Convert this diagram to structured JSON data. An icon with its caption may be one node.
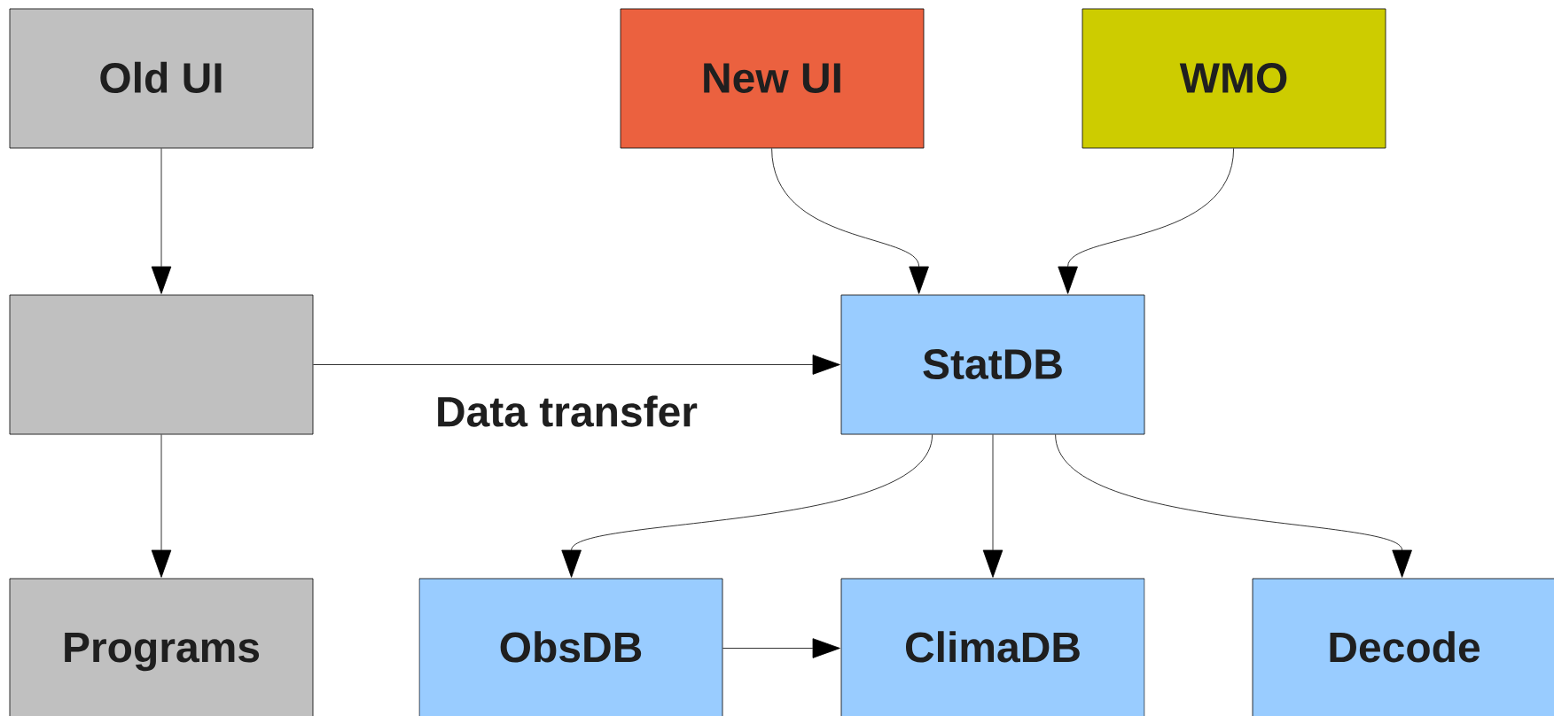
{
  "diagram": {
    "nodes": [
      {
        "text": [
          "Old UI"
        ]
      },
      {
        "text": [
          "New UI"
        ]
      },
      {
        "text": [
          "WMO"
        ]
      },
      {
        "text": [],
        "shape": "box"
      },
      {
        "text": [
          "StatDB"
        ]
      },
      {
        "text": [
          "Programs"
        ]
      },
      {
        "text": [
          "ObsDB"
        ]
      },
      {
        "text": [
          "ClimaDB"
        ]
      },
      {
        "text": [
          "Decode"
        ]
      }
    ],
    "edges": [
      {
        "from": 0,
        "to": 3,
        "arrow": "to"
      },
      {
        "from": 1,
        "to": 4,
        "arrow": "to"
      },
      {
        "from": 2,
        "to": 4,
        "arrow": "to"
      },
      {
        "from": 3,
        "to": 4,
        "arrow": "to",
        "label": "Data transfer"
      },
      {
        "from": 3,
        "to": 5,
        "arrow": "to"
      },
      {
        "from": 4,
        "to": 6,
        "arrow": "to"
      },
      {
        "from": 4,
        "to": 7,
        "arrow": "to"
      },
      {
        "from": 4,
        "to": 8,
        "arrow": "to"
      },
      {
        "from": 6,
        "to": 7,
        "arrow": "to"
      }
    ]
  }
}
